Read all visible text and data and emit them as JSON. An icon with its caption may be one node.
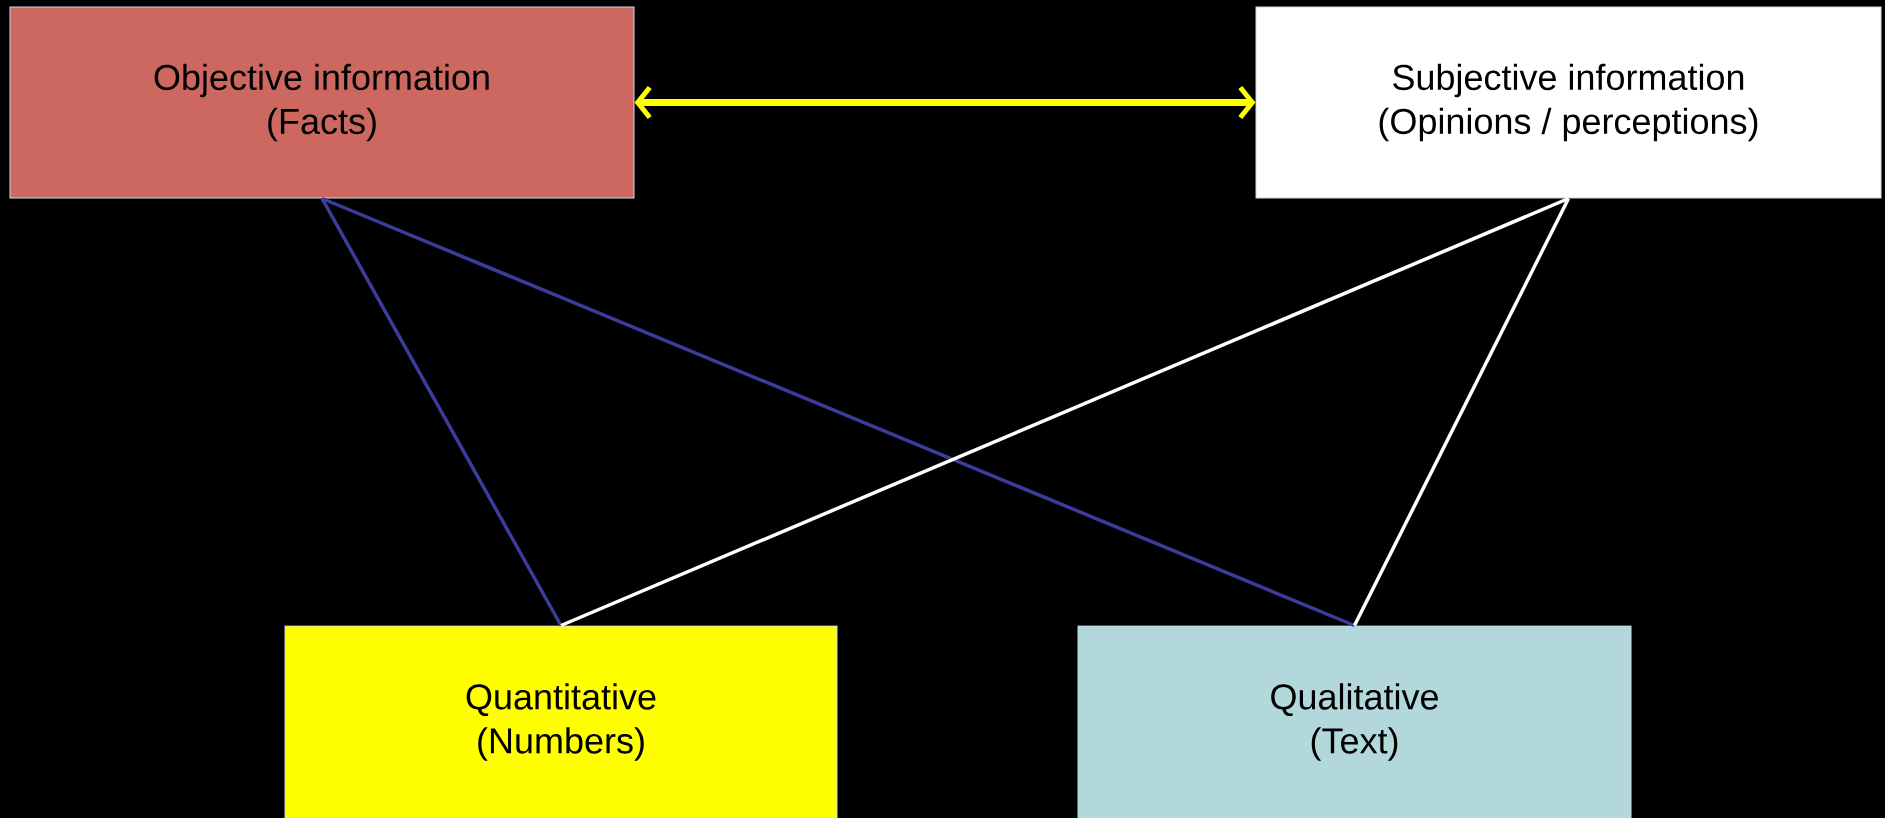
{
  "diagram": {
    "nodes": [
      {
        "text": [
          "Objective information",
          "(Facts)"
        ]
      },
      {
        "text": [
          "Subjective information",
          "(Opinions / perceptions)"
        ]
      },
      {
        "text": [
          "Quantitative",
          "(Numbers)"
        ]
      },
      {
        "text": [
          "Qualitative",
          "(Text)"
        ]
      }
    ],
    "edges": [
      {
        "from": 0,
        "to": 1,
        "arrow": "both",
        "color": "#ffff00",
        "style": "thick"
      },
      {
        "from": 0,
        "to": 2,
        "arrow": "none",
        "color": "#3c3c9c"
      },
      {
        "from": 0,
        "to": 3,
        "arrow": "none",
        "color": "#3c3c9c"
      },
      {
        "from": 1,
        "to": 2,
        "arrow": "none",
        "color": "#ffffff"
      },
      {
        "from": 1,
        "to": 3,
        "arrow": "none",
        "color": "#ffffff"
      }
    ]
  }
}
